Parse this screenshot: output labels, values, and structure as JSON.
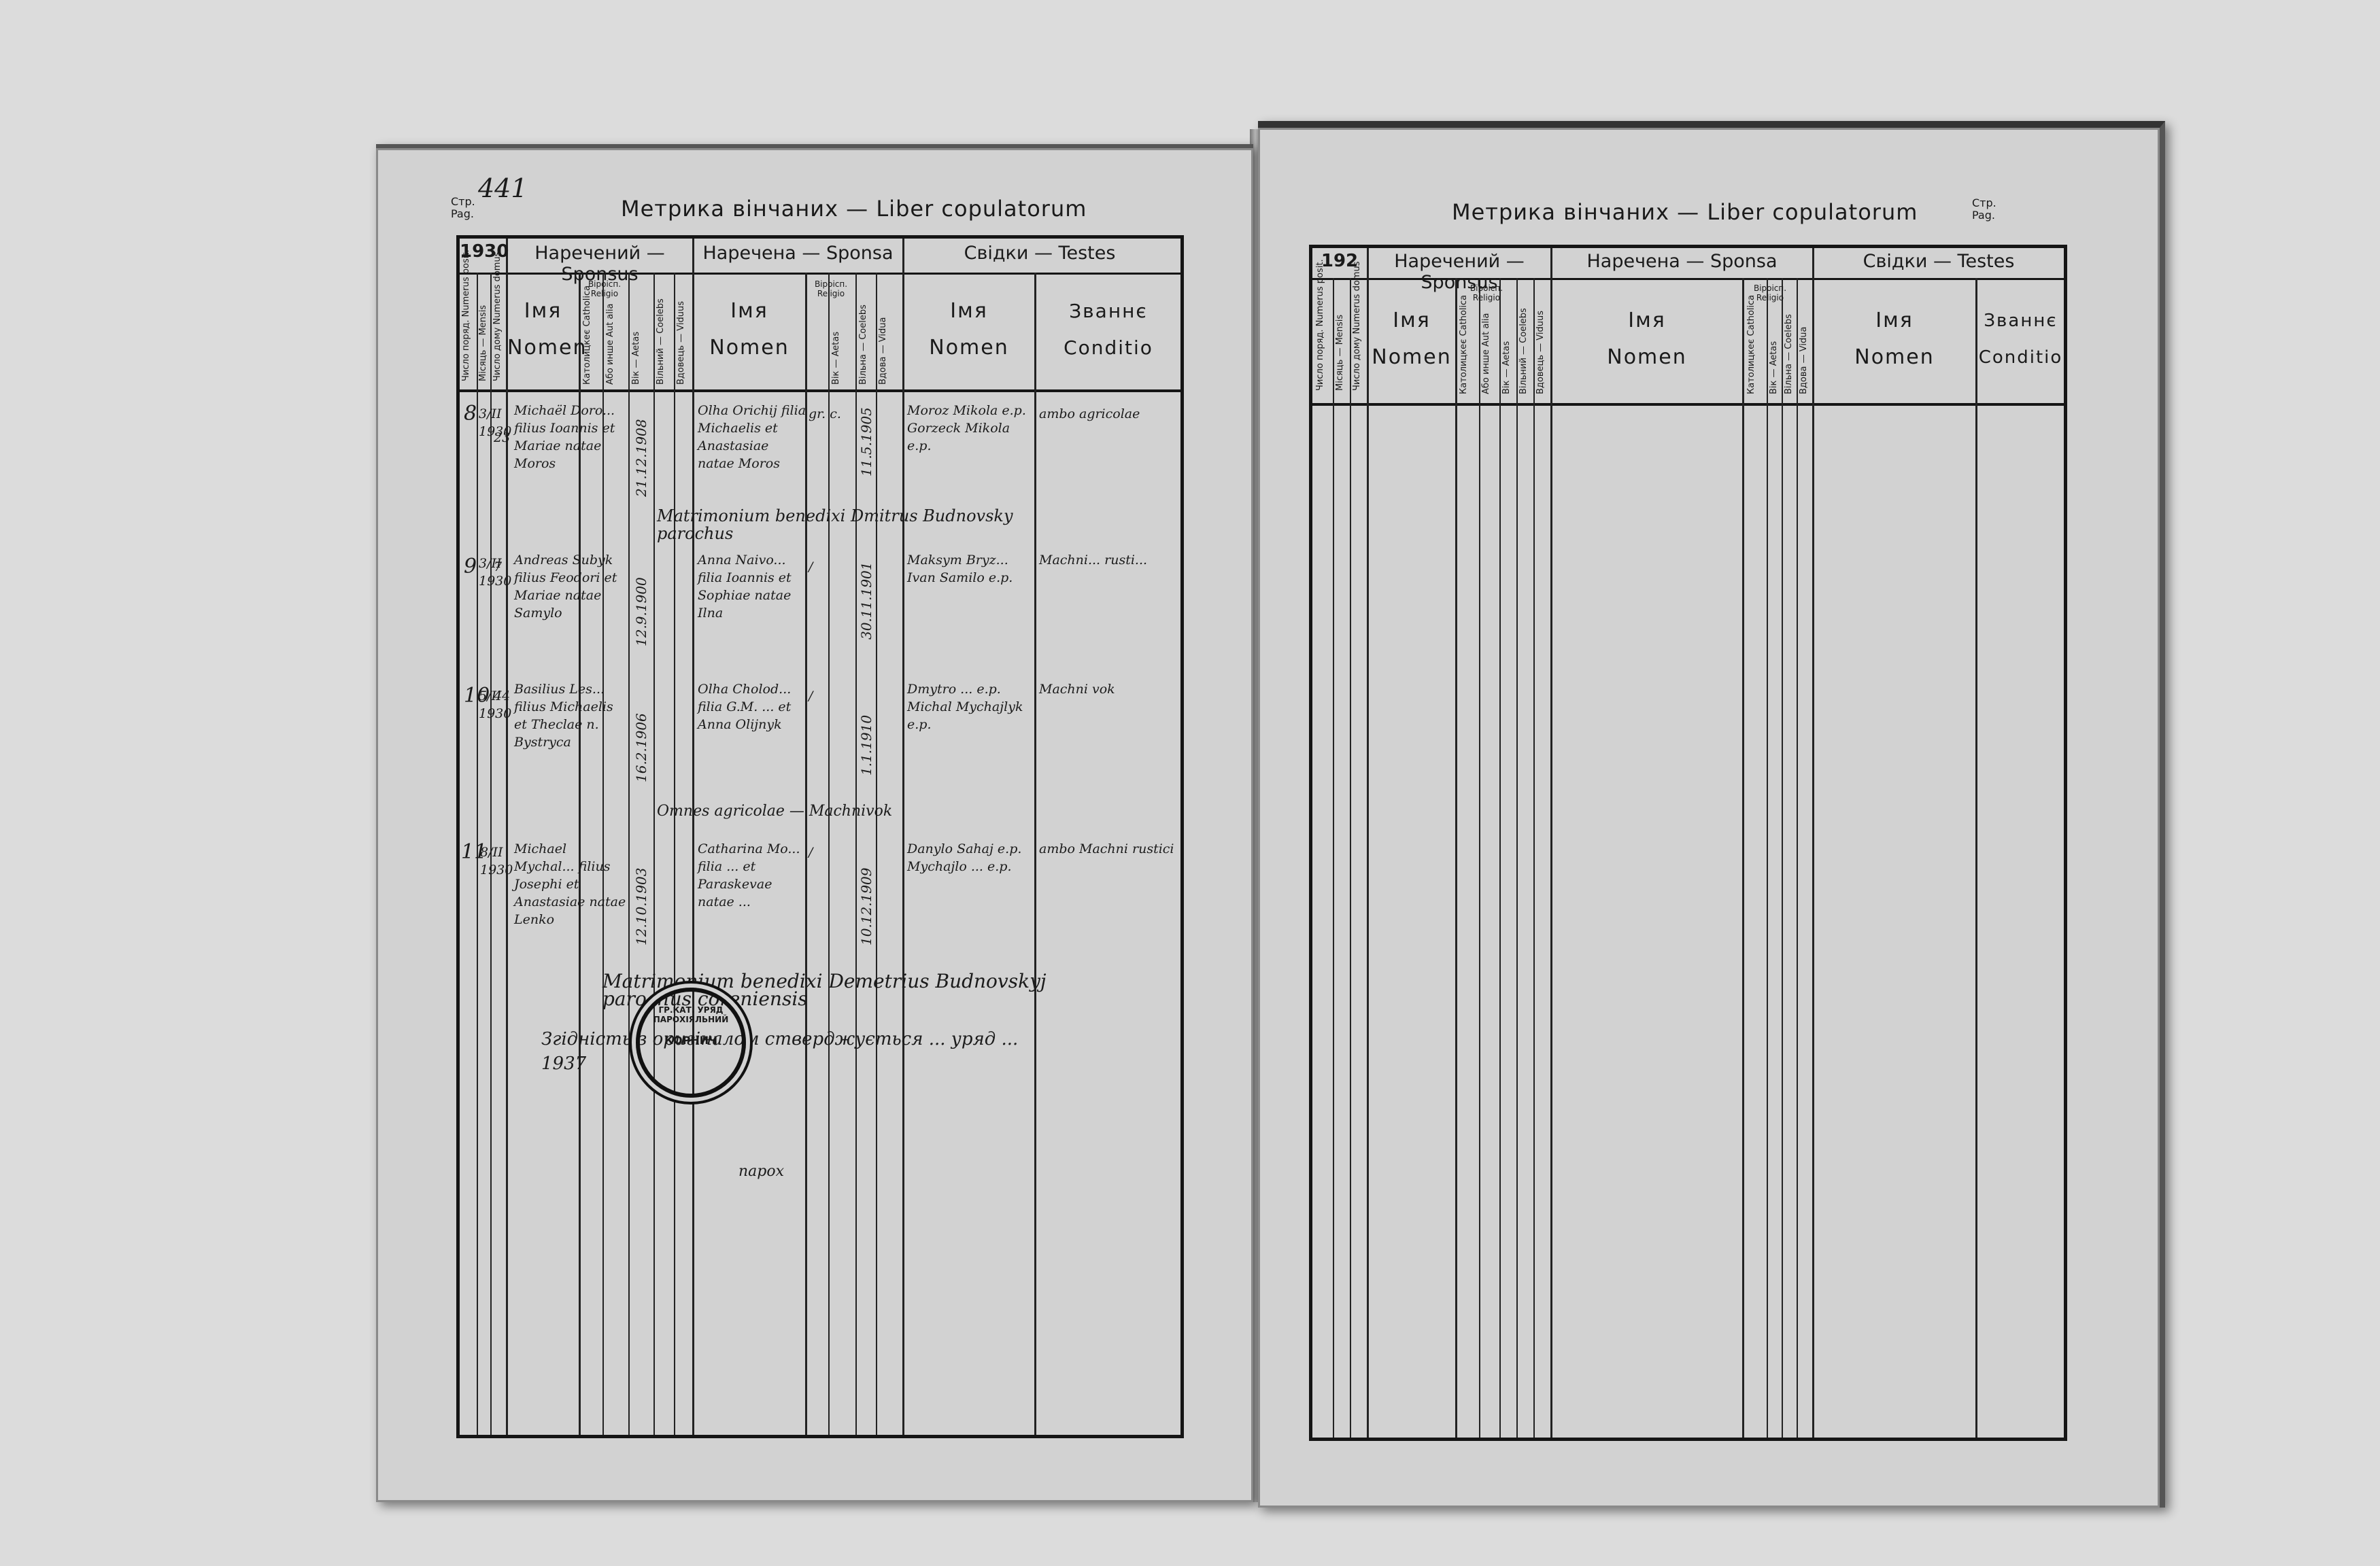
{
  "left": {
    "pageno_label": "Стр.",
    "pageno_label2": "Pag.",
    "pageno_value": "441",
    "title": "Метрика вінчаних — Liber copulatorum",
    "year": "1930",
    "groups": [
      "Наречений — Sponsus",
      "Наречена — Sponsa",
      "Свідки — Testes"
    ],
    "religio": "Віроісп. Religio",
    "imya": "Імя",
    "nomen": "Nomen",
    "zvannie": "Званнє",
    "conditio": "Conditio",
    "col_numerus": "Число поряд. Numerus posit.",
    "col_mensis": "Місяць — Mensis",
    "col_domus": "Число дому Numerus domus",
    "col_catholica": "Католицкеє Catholica",
    "col_aut": "Або инше Aut alia",
    "col_aetas": "Вік — Aetas",
    "col_coelebs": "Вільний — Coelebs",
    "col_viduus": "Вдовець — Viduus",
    "col_vidua": "Вдова — Vidua",
    "col_coeleba": "Вільна — Coelebs",
    "entries": [
      {
        "num": "8",
        "date": "3/II 1930",
        "domus": "23",
        "sponsus": "Michaël Doro... filius Ioannis et Mariae natae Moros",
        "age1": "21.12.1908",
        "sponsa": "Olha Orichij filia Michaelis et Anastasiae natae Moros",
        "rel": "gr. c.",
        "age2": "11.5.1905",
        "testes": "Moroz Mikola e.p. Gorzeck Mikola e.p.",
        "cond": "ambo agricolae"
      },
      {
        "num": "9",
        "date": "3/II 1930",
        "domus": "7",
        "sponsus": "Andreas Subyk filius Feodori et Mariae natae Samylo",
        "age1": "12.9.1900",
        "sponsa": "Anna Naivo... filia Ioannis et Sophiae natae Ilna",
        "rel": "/",
        "age2": "30.11.1901",
        "testes": "Maksym Bryz... Ivan Samilo e.p.",
        "cond": "Machni... rusti..."
      },
      {
        "num": "10",
        "date": "5/II 1930",
        "domus": "44",
        "sponsus": "Basilius Les... filius Michaelis et Theclae n. Bystryca",
        "age1": "16.2.1906",
        "sponsa": "Olha Cholod... filia G.M. ... et Anna Olijnyk",
        "rel": "/",
        "age2": "1.1.1910",
        "testes": "Dmytro ... e.p. Michal Mychajlyk e.p.",
        "cond": "Machni vok"
      },
      {
        "num": "11",
        "date": "8/II 1930",
        "domus": "",
        "sponsus": "Michael Mychal... filius Josephi et Anastasiae natae Lenko",
        "age1": "12.10.1903",
        "sponsa": "Catharina Mo... filia ... et Paraskevae natae ...",
        "rel": "/",
        "age2": "10.12.1909",
        "testes": "Danylo Sahaj e.p. Mychajlo ... e.p.",
        "cond": "ambo Machni rustici"
      }
    ],
    "notes": [
      "Matrimonium benedixi Dmitrus Budnovsky parochus",
      "Omnes agricolae — Machnivok",
      "Matrimonium benedixi Demetrius Budnovskyj parochus coreniensis",
      "Згідність з оригіналом стверджується ... уряд ... 1937",
      "парох"
    ],
    "stamp_text": "ГР.КАТ. УРЯД ПАРОХІЯЛЬНИЙ",
    "stamp_center": "КОРНИЧ"
  },
  "right": {
    "pageno_label": "Стр.",
    "pageno_label2": "Pag.",
    "title": "Метрика вінчаних — Liber copulatorum",
    "year": "192",
    "groups": [
      "Наречений — Sponsus",
      "Наречена — Sponsa",
      "Свідки — Testes"
    ],
    "religio": "Віроісп. Religio",
    "imya": "Імя",
    "nomen": "Nomen",
    "zvannie": "Званнє",
    "conditio": "Conditio"
  },
  "colors": {
    "paper": "#d2d2d2",
    "ink": "#151515",
    "background": "#dcdcdc"
  }
}
